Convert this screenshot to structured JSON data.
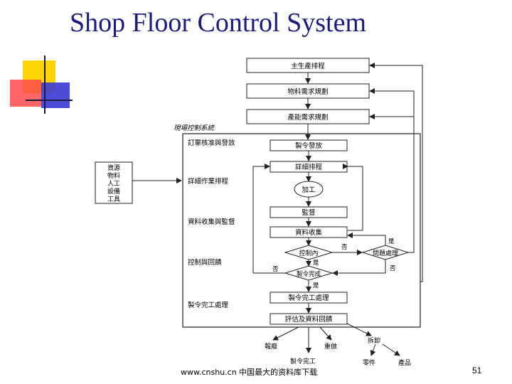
{
  "slide": {
    "title": "Shop Floor Control System",
    "footer": "www.cnshu.cn 中国最大的资料库下载",
    "page_number": "51"
  },
  "diagram": {
    "top_boxes": [
      "主生產排程",
      "物料需求規劃",
      "產能需求規劃"
    ],
    "system_label": "現場控制系統",
    "resources_box": [
      "資源",
      "物料",
      "人工",
      "設備",
      "工具"
    ],
    "left_labels": [
      "訂單核准與發放",
      "詳細作業排程",
      "資料收集與監督",
      "控制與回饋",
      "製令完工處理"
    ],
    "process_boxes": [
      "製令發放",
      "詳細排程",
      "監督",
      "資料收集",
      "製令完工處理",
      "評估及資料回饋"
    ],
    "process_circle": "加工",
    "decisions": [
      "控制內",
      "製令完成",
      "問題處理"
    ],
    "branch_labels": [
      "否",
      "是",
      "否",
      "是",
      "否",
      "是"
    ],
    "outputs": [
      "報廢",
      "重做",
      "製令完工",
      "拆卸",
      "零件",
      "產品"
    ]
  },
  "colors": {
    "title": "#1a1a80",
    "line": "#222222",
    "box_fill": "#ffffff"
  }
}
